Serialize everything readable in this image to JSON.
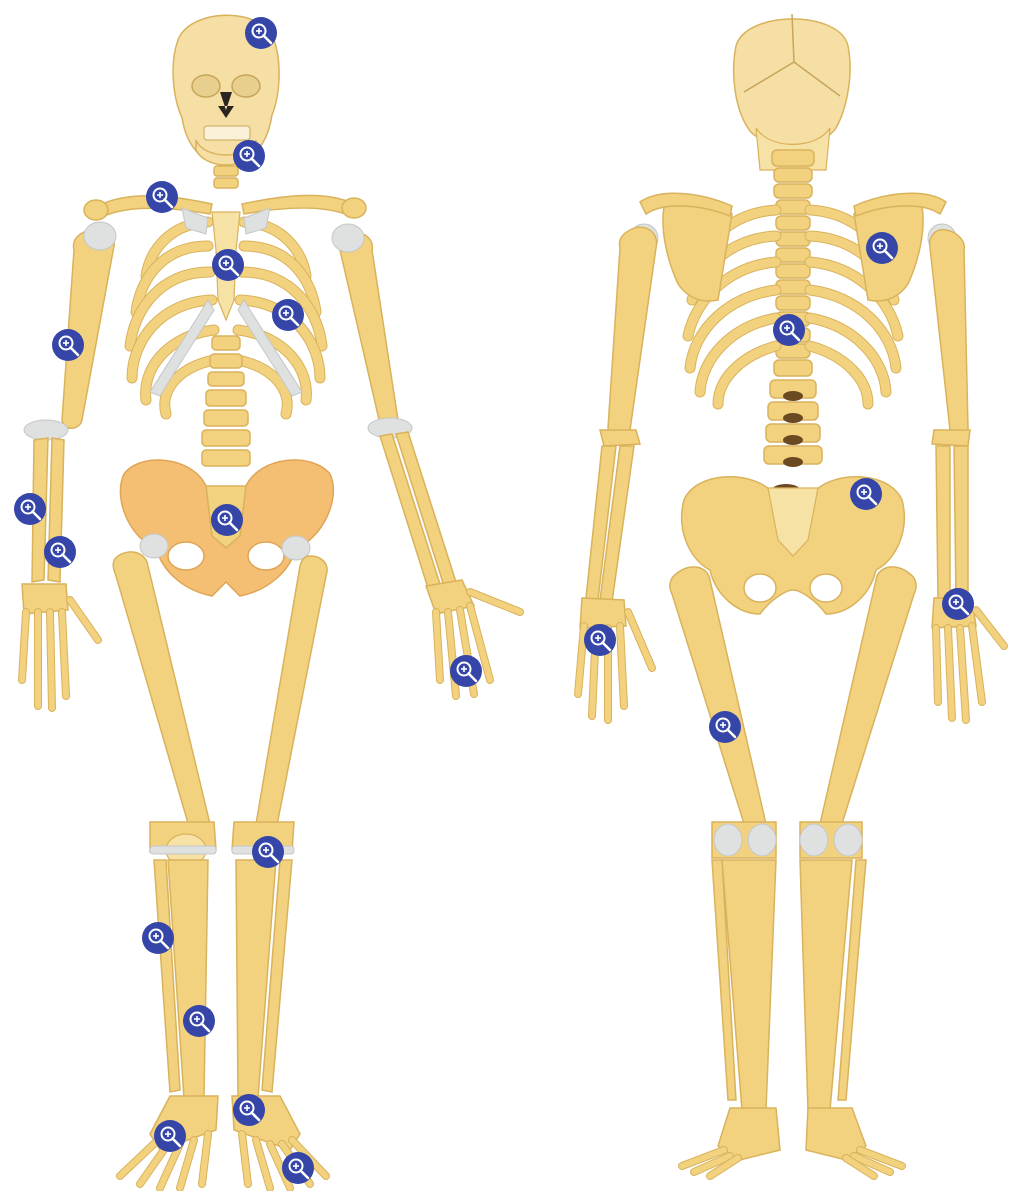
{
  "colors": {
    "bone": "#f2d27e",
    "bone_light": "#f7e2a6",
    "bone_edge": "#d9b25c",
    "skull": "#f6dfa4",
    "pelvis_front": "#f4bf73",
    "cartilage": "#dfe1e1",
    "dark_gap": "#6b4a22",
    "hotspot": "#3546a8",
    "hotspot_ring": "#ffffff"
  },
  "icons": {
    "hotspot": "magnifier-zoom-in-icon"
  },
  "hotspots": [
    {
      "id": "front-skull"
    },
    {
      "id": "front-mandible"
    },
    {
      "id": "front-clavicle"
    },
    {
      "id": "front-sternum"
    },
    {
      "id": "front-ribs"
    },
    {
      "id": "front-humerus"
    },
    {
      "id": "front-radius"
    },
    {
      "id": "front-ulna"
    },
    {
      "id": "front-sacrum"
    },
    {
      "id": "front-hand"
    },
    {
      "id": "front-patella"
    },
    {
      "id": "front-fibula"
    },
    {
      "id": "front-tibia"
    },
    {
      "id": "front-tarsals"
    },
    {
      "id": "front-foot"
    },
    {
      "id": "front-toes"
    },
    {
      "id": "back-scapula"
    },
    {
      "id": "back-spine"
    },
    {
      "id": "back-pelvis"
    },
    {
      "id": "back-hand-left"
    },
    {
      "id": "back-hand-right"
    },
    {
      "id": "back-femur"
    }
  ]
}
